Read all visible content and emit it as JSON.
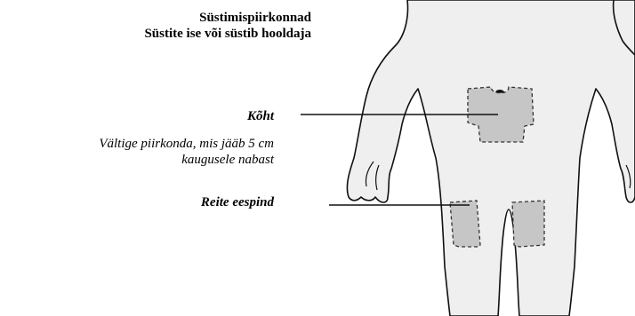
{
  "title": {
    "line1": "Süstimispiirkonnad",
    "line2": "Süstite ise või süstib hooldaja"
  },
  "regions": [
    {
      "label": "Kõht",
      "note_line1": "Vältige piirkonda, mis jääb 5 cm",
      "note_line2": "kaugusele nabast"
    },
    {
      "label": "Reite eespind"
    }
  ],
  "colors": {
    "body_fill": "#efefef",
    "zone_fill": "#c6c6c6",
    "outline": "#111111"
  }
}
